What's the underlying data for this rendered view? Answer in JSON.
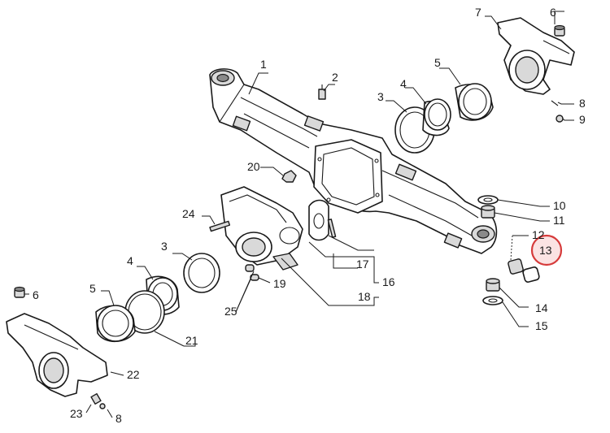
{
  "callouts": [
    {
      "id": "c1",
      "text": "1"
    },
    {
      "id": "c2",
      "text": "2"
    },
    {
      "id": "c3a",
      "text": "3"
    },
    {
      "id": "c4a",
      "text": "4"
    },
    {
      "id": "c5a",
      "text": "5"
    },
    {
      "id": "c6a",
      "text": "6"
    },
    {
      "id": "c7",
      "text": "7"
    },
    {
      "id": "c8a",
      "text": "8"
    },
    {
      "id": "c9",
      "text": "9"
    },
    {
      "id": "c10",
      "text": "10"
    },
    {
      "id": "c11",
      "text": "11"
    },
    {
      "id": "c12",
      "text": "12"
    },
    {
      "id": "c13",
      "text": "13"
    },
    {
      "id": "c14",
      "text": "14"
    },
    {
      "id": "c15",
      "text": "15"
    },
    {
      "id": "c16",
      "text": "16"
    },
    {
      "id": "c17",
      "text": "17"
    },
    {
      "id": "c18",
      "text": "18"
    },
    {
      "id": "c19",
      "text": "19"
    },
    {
      "id": "c20",
      "text": "20"
    },
    {
      "id": "c21",
      "text": "21"
    },
    {
      "id": "c22",
      "text": "22"
    },
    {
      "id": "c23",
      "text": "23"
    },
    {
      "id": "c24",
      "text": "24"
    },
    {
      "id": "c25",
      "text": "25"
    },
    {
      "id": "c3b",
      "text": "3"
    },
    {
      "id": "c4b",
      "text": "4"
    },
    {
      "id": "c5b",
      "text": "5"
    },
    {
      "id": "c6b",
      "text": "6"
    },
    {
      "id": "c8b",
      "text": "8"
    }
  ],
  "highlight": {
    "callout": "13",
    "color": "#d63b3b"
  }
}
